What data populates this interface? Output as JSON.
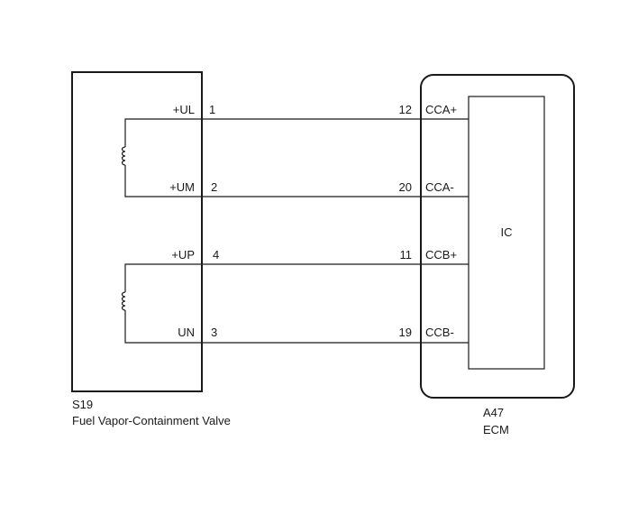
{
  "left_component": {
    "code": "S19",
    "name": "Fuel Vapor-Containment Valve",
    "pins": [
      {
        "label": "+UL",
        "number": "1"
      },
      {
        "label": "+UM",
        "number": "2"
      },
      {
        "label": "+UP",
        "number": "4"
      },
      {
        "label": "UN",
        "number": "3"
      }
    ]
  },
  "right_component": {
    "code": "A47",
    "name": "ECM",
    "inner_label": "IC",
    "pins": [
      {
        "label": "CCA+",
        "number": "12"
      },
      {
        "label": "CCA-",
        "number": "20"
      },
      {
        "label": "CCB+",
        "number": "11"
      },
      {
        "label": "CCB-",
        "number": "19"
      }
    ]
  }
}
